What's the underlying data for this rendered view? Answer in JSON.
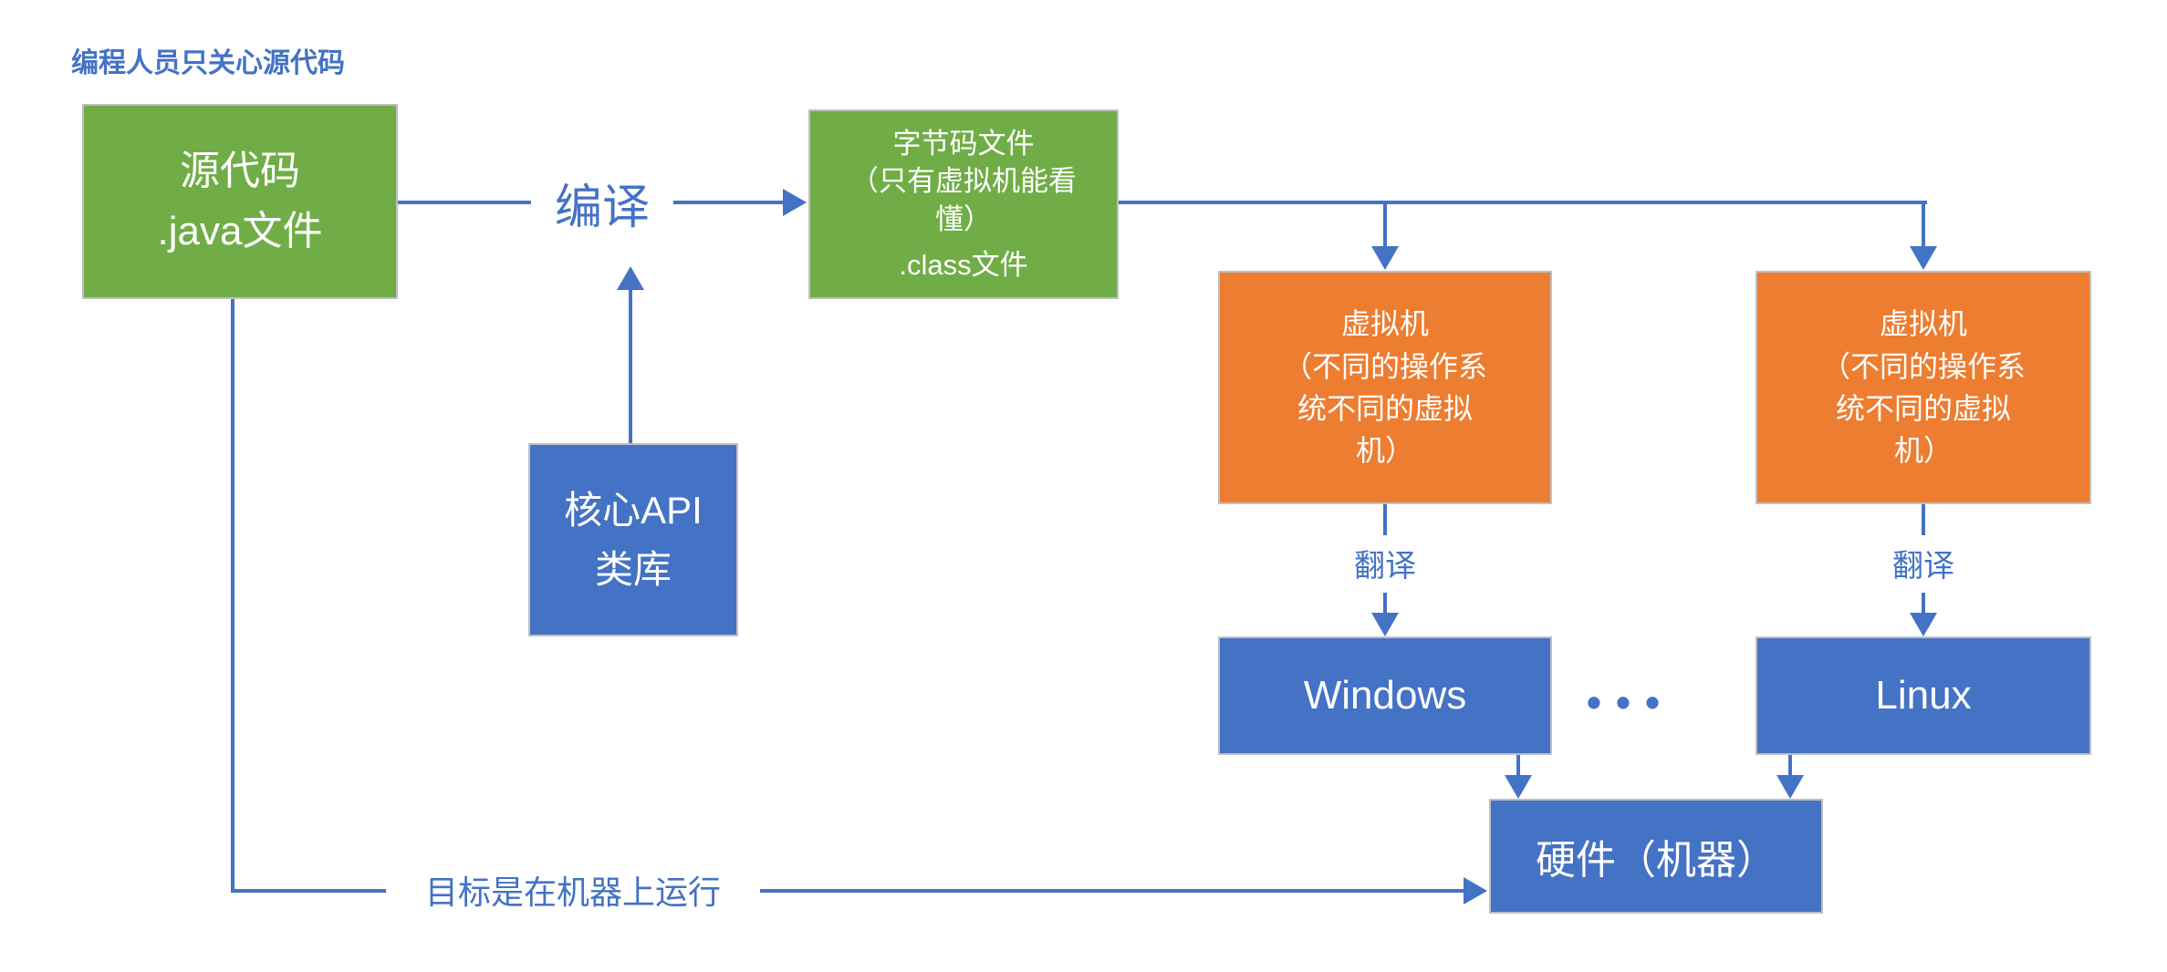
{
  "colors": {
    "bg": "#ffffff",
    "box_green": "#70AD47",
    "box_blue": "#4472C4",
    "box_orange": "#ED7D31",
    "connector_blue": "#4472C4",
    "border_gray": "#BFBFBF",
    "text_white": "#FFFFFF"
  },
  "annotation": {
    "title": "编程人员只关心源代码"
  },
  "boxes": {
    "source": {
      "lines": [
        "源代码",
        ".java文件"
      ]
    },
    "bytecode": {
      "lines": [
        "字节码文件",
        "（只有虚拟机能看",
        "懂）",
        ".class文件"
      ]
    },
    "core_api": {
      "lines": [
        "核心API",
        "类库"
      ]
    },
    "vm_left": {
      "lines": [
        "虚拟机",
        "（不同的操作系",
        "统不同的虚拟",
        "机）"
      ]
    },
    "vm_right": {
      "lines": [
        "虚拟机",
        "（不同的操作系",
        "统不同的虚拟",
        "机）"
      ]
    },
    "windows": {
      "label": "Windows"
    },
    "linux": {
      "label": "Linux"
    },
    "hardware": {
      "label": "硬件（机器）"
    }
  },
  "edge_labels": {
    "compile": "编译",
    "translate_left": "翻译",
    "translate_right": "翻译",
    "goal": "目标是在机器上运行",
    "ellipsis": "•••"
  }
}
